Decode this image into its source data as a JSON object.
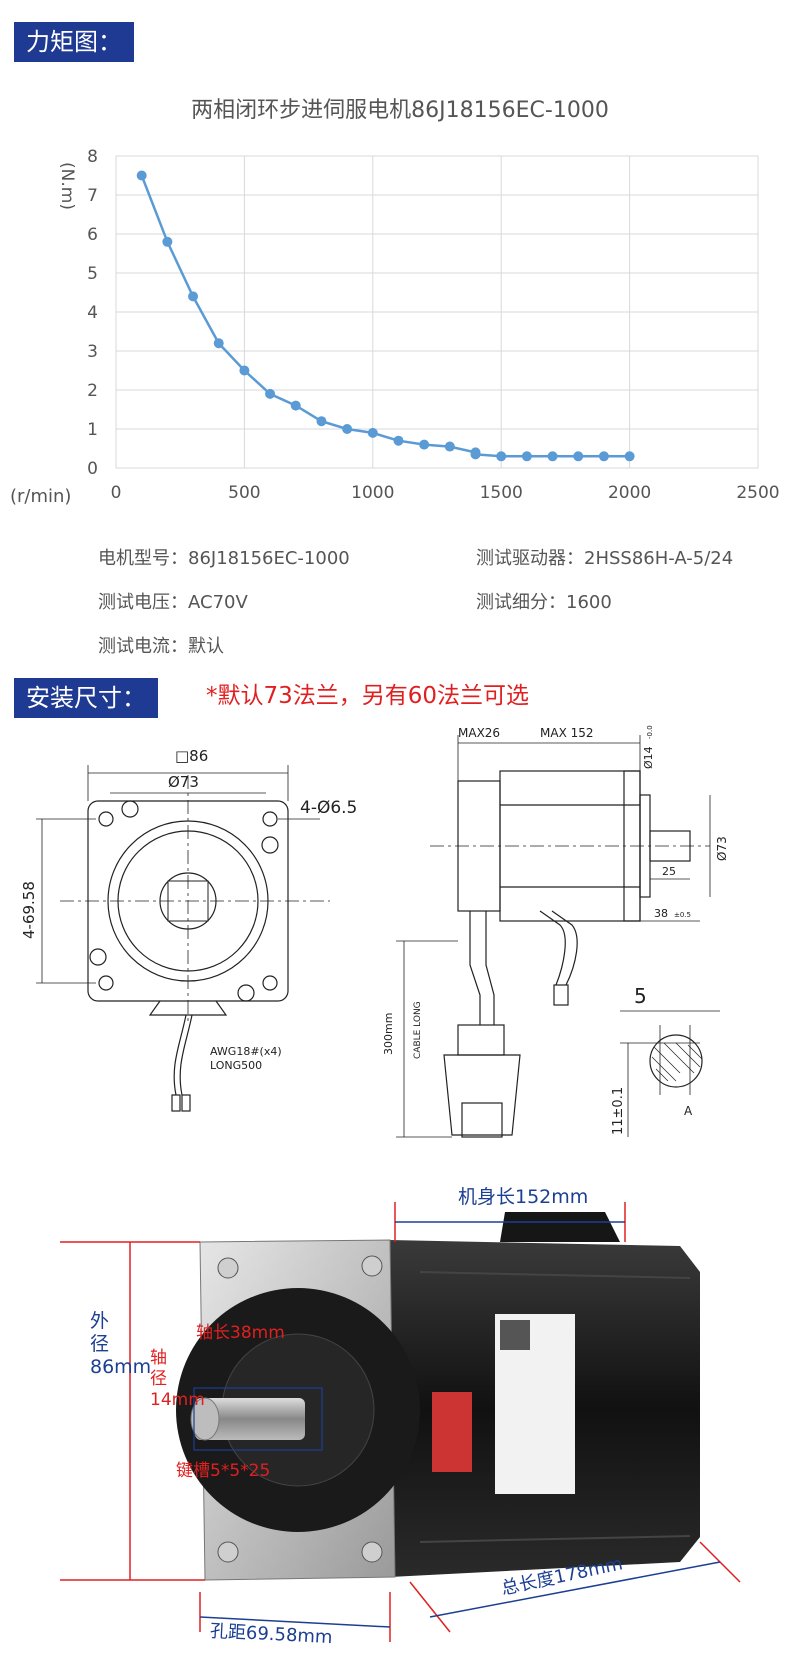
{
  "sections": {
    "torque": "力矩图：",
    "install": "安装尺寸："
  },
  "install_note": "*默认73法兰，另有60法兰可选",
  "chart_data": {
    "type": "line",
    "title": "两相闭环步进伺服电机86J18156EC-1000",
    "xlabel": "(r/min)",
    "ylabel": "(N.m)",
    "xlim": [
      0,
      2500
    ],
    "ylim": [
      0,
      8
    ],
    "xticks": [
      "0",
      "500",
      "1000",
      "1500",
      "2000",
      "2500"
    ],
    "yticks": [
      "0",
      "1",
      "2",
      "3",
      "4",
      "5",
      "6",
      "7",
      "8"
    ],
    "grid": true,
    "color": "#5b9bd5",
    "x": [
      100,
      200,
      300,
      400,
      500,
      600,
      700,
      800,
      900,
      1000,
      1100,
      1200,
      1300,
      1400,
      1400,
      1500,
      1600,
      1700,
      1800,
      1900,
      2000
    ],
    "y": [
      7.5,
      5.8,
      4.4,
      3.2,
      2.5,
      1.9,
      1.6,
      1.2,
      1.0,
      0.9,
      0.7,
      0.6,
      0.55,
      0.4,
      0.35,
      0.3,
      0.3,
      0.3,
      0.3,
      0.3,
      0.3
    ]
  },
  "specs": {
    "model_label": "电机型号：",
    "model_value": "86J18156EC-1000",
    "driver_label": "测试驱动器：",
    "driver_value": "2HSS86H-A-5/24",
    "voltage_label": "测试电压：",
    "voltage_value": "AC70V",
    "microstep_label": "测试细分：",
    "microstep_value": "1600",
    "current_label": "测试电流：",
    "current_value": "默认"
  },
  "drawing": {
    "square": "□86",
    "phi73": "Ø73",
    "holes": "4-Ø6.5",
    "hole_spacing": "4-69.58",
    "awg": "AWG18#(x4)",
    "long500": "LONG500",
    "max26": "MAX26",
    "max152": "MAX 152",
    "phi14": "Ø14",
    "phi14_tol": "-0.015",
    "phi73_side": "Ø73",
    "len25": "25",
    "len38": "38",
    "len38_tol": "±0.5",
    "cable_len": "300mm",
    "cable_long": "CABLE LONG",
    "key5": "5",
    "key11": "11±0.1",
    "label_a": "A"
  },
  "photo": {
    "body_len": "机身长152mm",
    "outer_dia_line1": "外径",
    "outer_dia_line2": "86mm",
    "shaft_len": "轴长38mm",
    "shaft_dia_line1": "轴径",
    "shaft_dia_line2": "14mm",
    "keyway": "键槽5*5*25",
    "hole_dist": "孔距69.58mm",
    "total_len": "总长度178mm"
  }
}
